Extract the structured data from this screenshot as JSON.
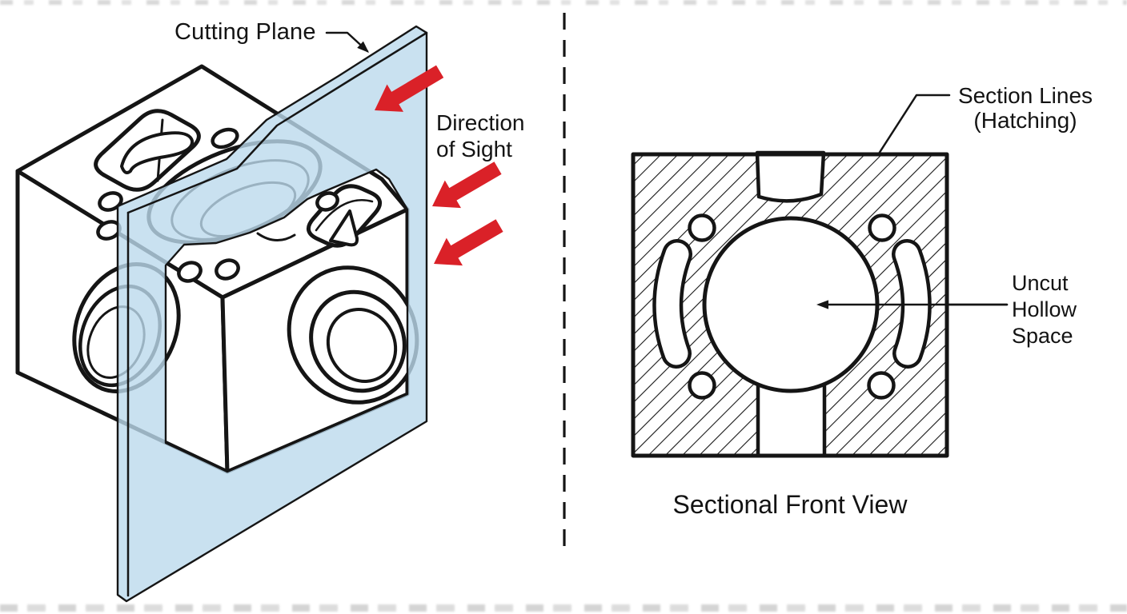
{
  "left_panel": {
    "cutting_plane_label": "Cutting Plane",
    "direction_of_sight": {
      "line1": "Direction",
      "line2": "of Sight"
    }
  },
  "right_panel": {
    "section_lines_label": {
      "line1": "Section Lines",
      "line2": "(Hatching)"
    },
    "uncut_hollow_space_label": {
      "line1": "Uncut",
      "line2": "Hollow",
      "line3": "Space"
    },
    "caption": "Sectional Front View"
  },
  "colors": {
    "arrow_red": "#da2128",
    "plane_blue": "#bcd9ec",
    "line_black": "#151515",
    "background": "#ffffff"
  },
  "icons": {
    "sight_arrow": "thick-red-arrow-pointing-down-left",
    "leader_arrowhead": "small-black-triangle-arrowhead",
    "divider": "vertical-dashed-separator"
  }
}
